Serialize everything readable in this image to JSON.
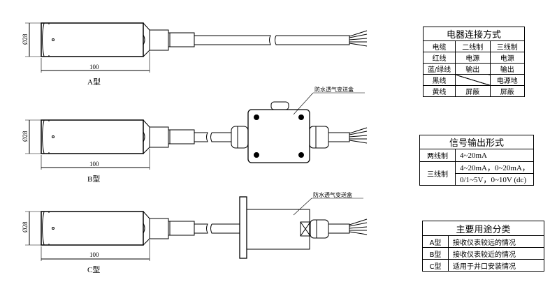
{
  "drawings": {
    "diameter_label": "Ø28",
    "length_label": "100",
    "models": [
      {
        "label": "A型"
      },
      {
        "label": "B型",
        "box_label": "防水透气变送盒"
      },
      {
        "label": "C型",
        "box_label": "防水透气变送盒"
      }
    ]
  },
  "wiring_table": {
    "title": "电器连接方式",
    "headers": [
      "电缆",
      "二线制",
      "三线制"
    ],
    "rows": [
      [
        "红线",
        "电源",
        "电源"
      ],
      [
        "蓝/绿线",
        "输出",
        "输出"
      ],
      [
        "黑线",
        "",
        "电源地"
      ],
      [
        "黄线",
        "屏蔽",
        "屏蔽"
      ]
    ]
  },
  "signal_table": {
    "title": "信号输出形式",
    "two_wire_label": "两线制",
    "two_wire_value": "4~20mA",
    "three_wire_label": "三线制",
    "three_wire_values": [
      "4~20mA，0~20mA，",
      "0/1~5V，0~10V (dc)"
    ]
  },
  "usage_table": {
    "title": "主要用途分类",
    "rows": [
      [
        "A型",
        "接收仪表较远的情况"
      ],
      [
        "B型",
        "接收仪表较近的情况"
      ],
      [
        "C型",
        "适用于井口安装情况"
      ]
    ]
  }
}
